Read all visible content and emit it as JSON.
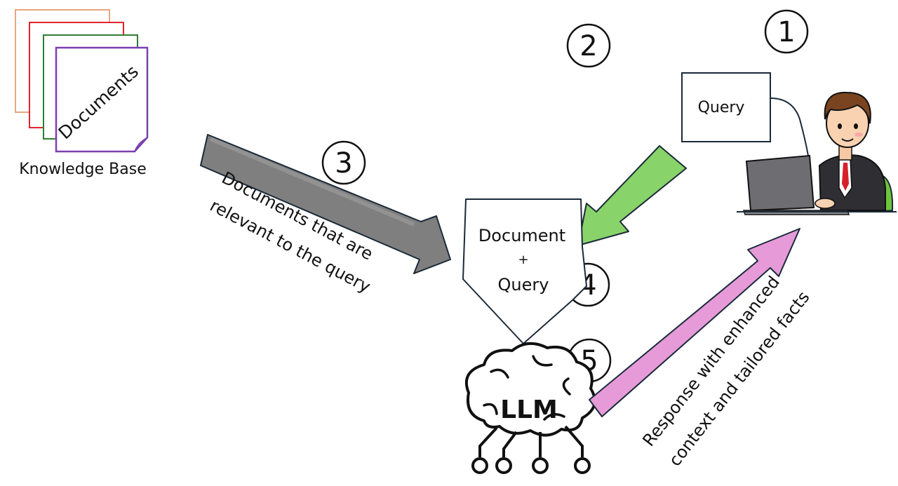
{
  "knowledge_base": {
    "doc_label": "Documents",
    "caption": "Knowledge Base",
    "sheet_colors": [
      "#e8a67e",
      "#e3242b",
      "#2e7d32",
      "#7b3fb0"
    ]
  },
  "query_box": {
    "label": "Query"
  },
  "combined_box": {
    "line1": "Document",
    "line2": "+",
    "line3": "Query"
  },
  "llm": {
    "label": "LLM"
  },
  "arrows": {
    "retrieval_label_line1": "Documents that are",
    "retrieval_label_line2": "relevant to the query",
    "response_label_line1": "Response with enhanced",
    "response_label_line2": "context and tailored facts",
    "retrieval_color": "#7f7f7f",
    "query_color": "#88d36a",
    "response_color": "#e79ad8"
  },
  "steps": [
    "1",
    "2",
    "3",
    "4",
    "5"
  ],
  "icons": [
    "documents-stack-icon",
    "user-at-laptop-icon",
    "llm-brain-icon"
  ]
}
